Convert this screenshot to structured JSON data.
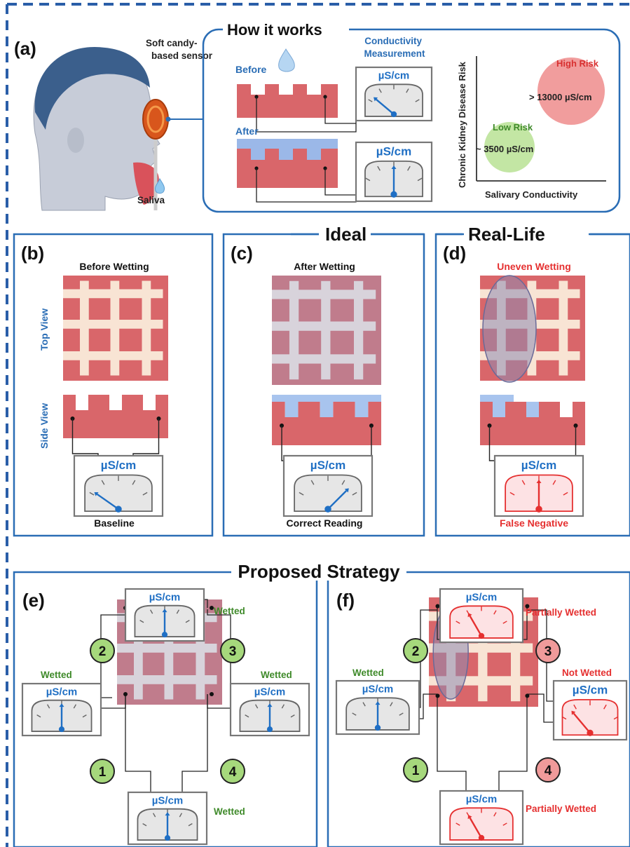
{
  "colors": {
    "frame_blue": "#2a6db5",
    "sensor_red": "#d9666a",
    "wet_sensor": "#c07c8c",
    "grid_cream": "#f8e4d4",
    "grid_wet": "#d8d3db",
    "saliva_blue": "#a8c4ee",
    "meter_face": "#e6e6e6",
    "meter_red_face": "#fde2e4",
    "needle_blue": "#1f6fc4",
    "alarm_red": "#e53030",
    "wetted_green": "#3f8a2a",
    "bubble_green": "#a6d87c",
    "bubble_red": "#f09a9a",
    "risk_high": "#ef8c8c",
    "risk_low": "#bde39a"
  },
  "panel_a": {
    "label": "(a)",
    "header": "How it works",
    "sensor_label": "Soft candy-\nbased sensor",
    "saliva_label": "Saliva",
    "before_label": "Before",
    "after_label": "After",
    "conductivity_label": "Conductivity\nMeasurement",
    "meter_unit": "µS/cm",
    "plot": {
      "y_axis_label": "Chronic Kidney Disease Risk",
      "x_axis_label": "Salivary Conductivity",
      "high_risk_label": "High Risk",
      "high_risk_value": "> 13000 µS/cm",
      "low_risk_label": "Low Risk",
      "low_risk_value": "~ 3500 µS/cm"
    }
  },
  "group_labels": {
    "ideal": "Ideal",
    "real_life": "Real-Life",
    "proposed": "Proposed Strategy"
  },
  "panel_b": {
    "label": "(b)",
    "title": "Before Wetting",
    "top_view": "Top View",
    "side_view": "Side View",
    "meter_unit": "µS/cm",
    "reading": "Baseline"
  },
  "panel_c": {
    "label": "(c)",
    "title": "After Wetting",
    "meter_unit": "µS/cm",
    "reading": "Correct Reading"
  },
  "panel_d": {
    "label": "(d)",
    "title": "Uneven Wetting",
    "meter_unit": "µS/cm",
    "reading": "False Negative"
  },
  "panel_e": {
    "label": "(e)",
    "meter_unit": "µS/cm",
    "status_top": "Wetted",
    "status_left": "Wetted",
    "status_right": "Wetted",
    "status_bottom": "Wetted",
    "electrode_1": "1",
    "electrode_2": "2",
    "electrode_3": "3",
    "electrode_4": "4"
  },
  "panel_f": {
    "label": "(f)",
    "meter_unit": "µS/cm",
    "status_top": "Partially Wetted",
    "status_left": "Wetted",
    "status_right": "Not Wetted",
    "status_bottom": "Partially Wetted",
    "electrode_1": "1",
    "electrode_2": "2",
    "electrode_3": "3",
    "electrode_4": "4"
  }
}
